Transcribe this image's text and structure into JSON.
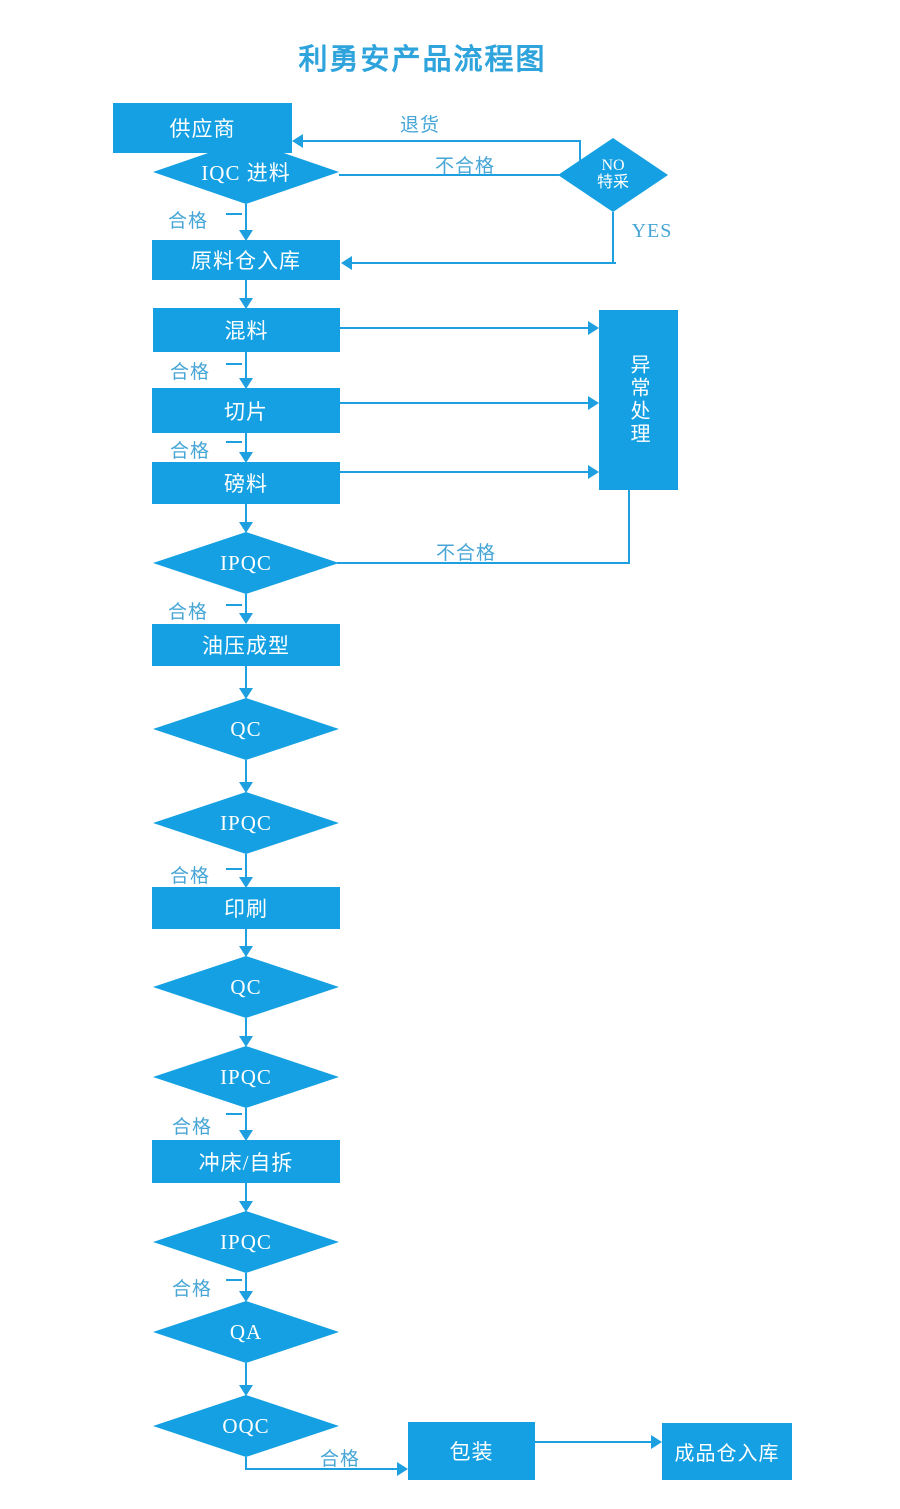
{
  "title": "利勇安产品流程图",
  "colors": {
    "shape_fill": "#14A0E2",
    "line": "#1E9FDF",
    "edge_label": "#47A6D6",
    "title": "#2EA3DC",
    "shape_text": "#FFFFFF"
  },
  "nodes": {
    "supplier": "供应商",
    "iqc_incoming": "IQC 进料",
    "special_accept_line1": "NO",
    "special_accept_line2": "特采",
    "raw_material_warehouse": "原料仓入库",
    "mixing": "混料",
    "slicing": "切片",
    "weighing": "磅料",
    "exception_handling": "异常处理",
    "ipqc": "IPQC",
    "hydraulic_molding": "油压成型",
    "qc": "QC",
    "printing": "印刷",
    "punching": "冲床/自拆",
    "qa": "QA",
    "oqc": "OQC",
    "packing": "包装",
    "finished_goods_warehouse": "成品仓入库"
  },
  "edge_labels": {
    "return_goods": "退货",
    "unqualified": "不合格",
    "qualified": "合格",
    "yes": "YES"
  }
}
